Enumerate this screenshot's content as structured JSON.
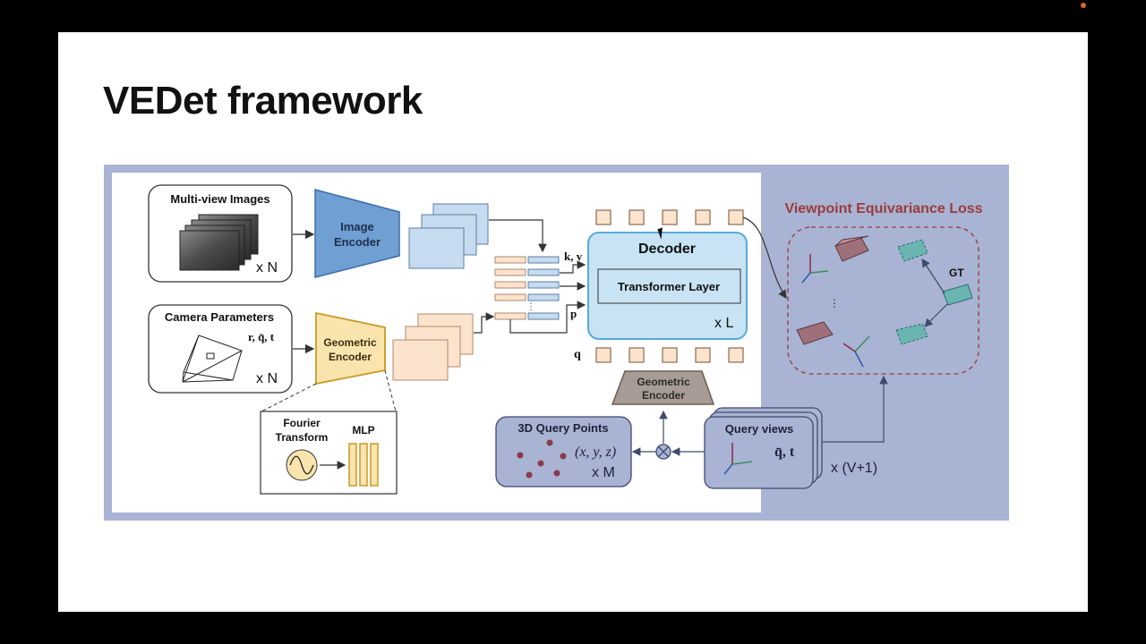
{
  "slide": {
    "title": "VEDet framework"
  },
  "diagram": {
    "multiview": {
      "label": "Multi-view Images",
      "count": "x N"
    },
    "image_encoder": {
      "line1": "Image",
      "line2": "Encoder"
    },
    "camera": {
      "label": "Camera Parameters",
      "params": "r, q̄, t",
      "count": "x N"
    },
    "geometric_encoder": {
      "line1": "Geometric",
      "line2": "Encoder"
    },
    "fourier": {
      "line1": "Fourier",
      "line2": "Transform"
    },
    "mlp": "MLP",
    "kv": "k, v",
    "p": "p",
    "q": "q",
    "decoder": {
      "title": "Decoder",
      "layer": "Transformer Layer",
      "repeat": "x L"
    },
    "loss": {
      "title": "Viewpoint Equivariance Loss",
      "gt": "GT",
      "dots": "⋮"
    },
    "geo_encoder_small": {
      "line1": "Geometric",
      "line2": "Encoder"
    },
    "query_points": {
      "label": "3D Query Points",
      "coords": "(x, y, z)",
      "count": "x M"
    },
    "query_views": {
      "label": "Query views",
      "params": "q̄, t",
      "count": "x (V+1)"
    },
    "colors": {
      "accent_blue": "#6f9fd3",
      "accent_gold": "#d5a63a",
      "loss_red": "#9a3c3c",
      "panel": "#a9b3d3"
    }
  }
}
